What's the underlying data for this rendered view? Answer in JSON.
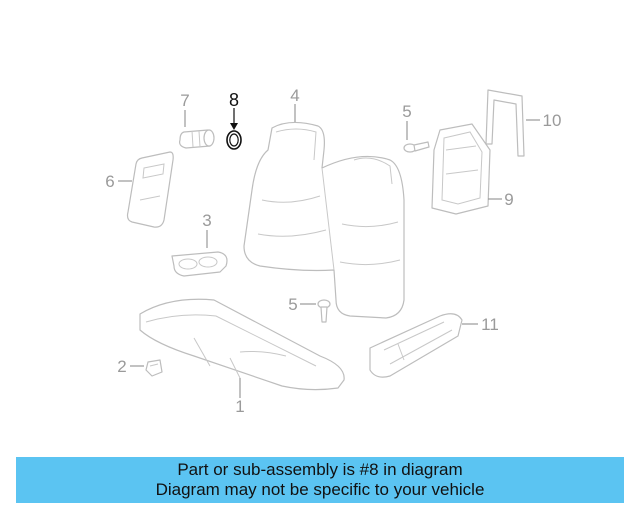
{
  "diagram": {
    "highlight_color": "#111111",
    "part_color": "#bdbdbd",
    "callouts": {
      "c1": "1",
      "c2": "2",
      "c3": "3",
      "c4": "4",
      "c5a": "5",
      "c5b": "5",
      "c6": "6",
      "c7": "7",
      "c8": "8",
      "c9": "9",
      "c10": "10",
      "c11": "11"
    }
  },
  "banner": {
    "background": "#5bc4f2",
    "line1": "Part or sub-assembly is #8 in diagram",
    "line2": "Diagram may not be specific to your vehicle"
  }
}
